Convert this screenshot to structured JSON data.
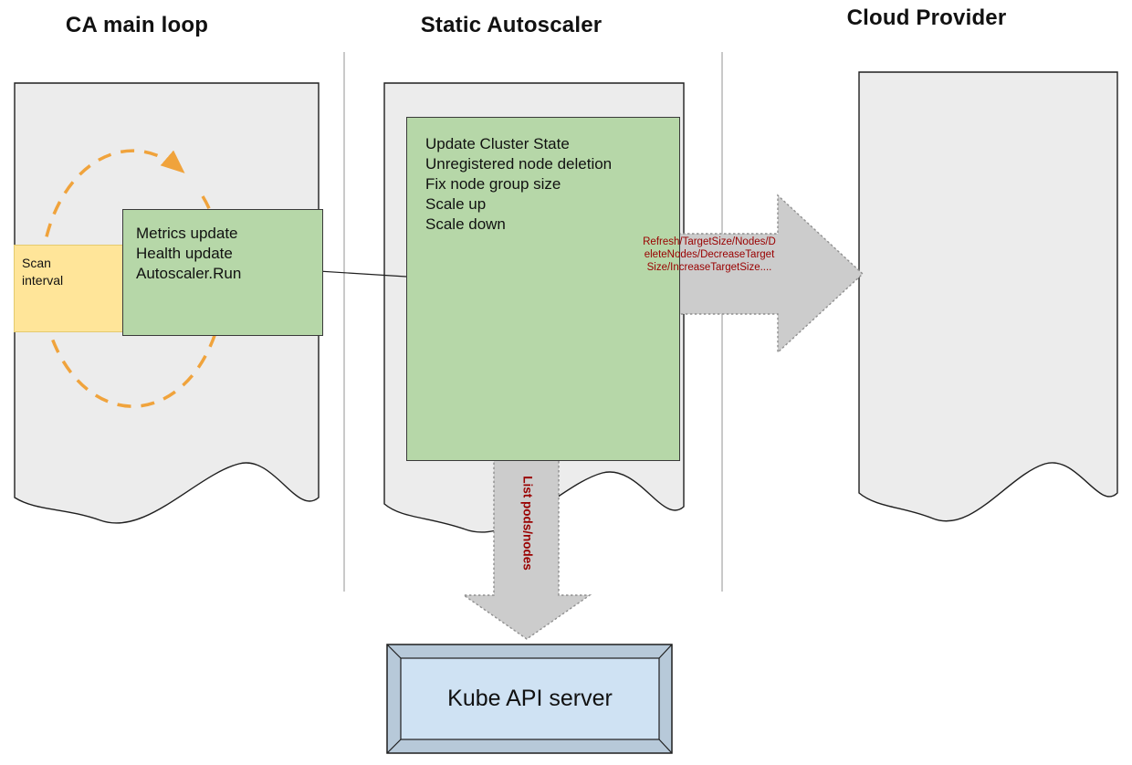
{
  "titles": {
    "left": "CA main loop",
    "middle": "Static Autoscaler",
    "right": "Cloud Provider"
  },
  "main_loop": {
    "scan_interval_label": "Scan interval",
    "box_lines": [
      "Metrics update",
      "Health update",
      "Autoscaler.Run"
    ]
  },
  "static_autoscaler": {
    "box_lines": [
      "Update Cluster State",
      "Unregistered node deletion",
      "Fix node group size",
      "Scale up",
      "Scale down"
    ]
  },
  "arrows": {
    "cloud_provider_call_label": "Refresh/TargetSize/Nodes/DeleteNodes/DecreaseTargetSize/IncreaseTargetSize....",
    "kube_api_call_label": "List pods/nodes"
  },
  "kube_api_server": {
    "label": "Kube API server"
  },
  "colors": {
    "document_fill": "#ececec",
    "green_box": "#b6d7a8",
    "yellow_box": "#ffe599",
    "arrow_fill": "#cccccc",
    "arrow_text": "#990000",
    "loop_arrow": "#f0a33c",
    "kube_outer": "#b7c9d9",
    "kube_inner": "#cfe2f3"
  }
}
